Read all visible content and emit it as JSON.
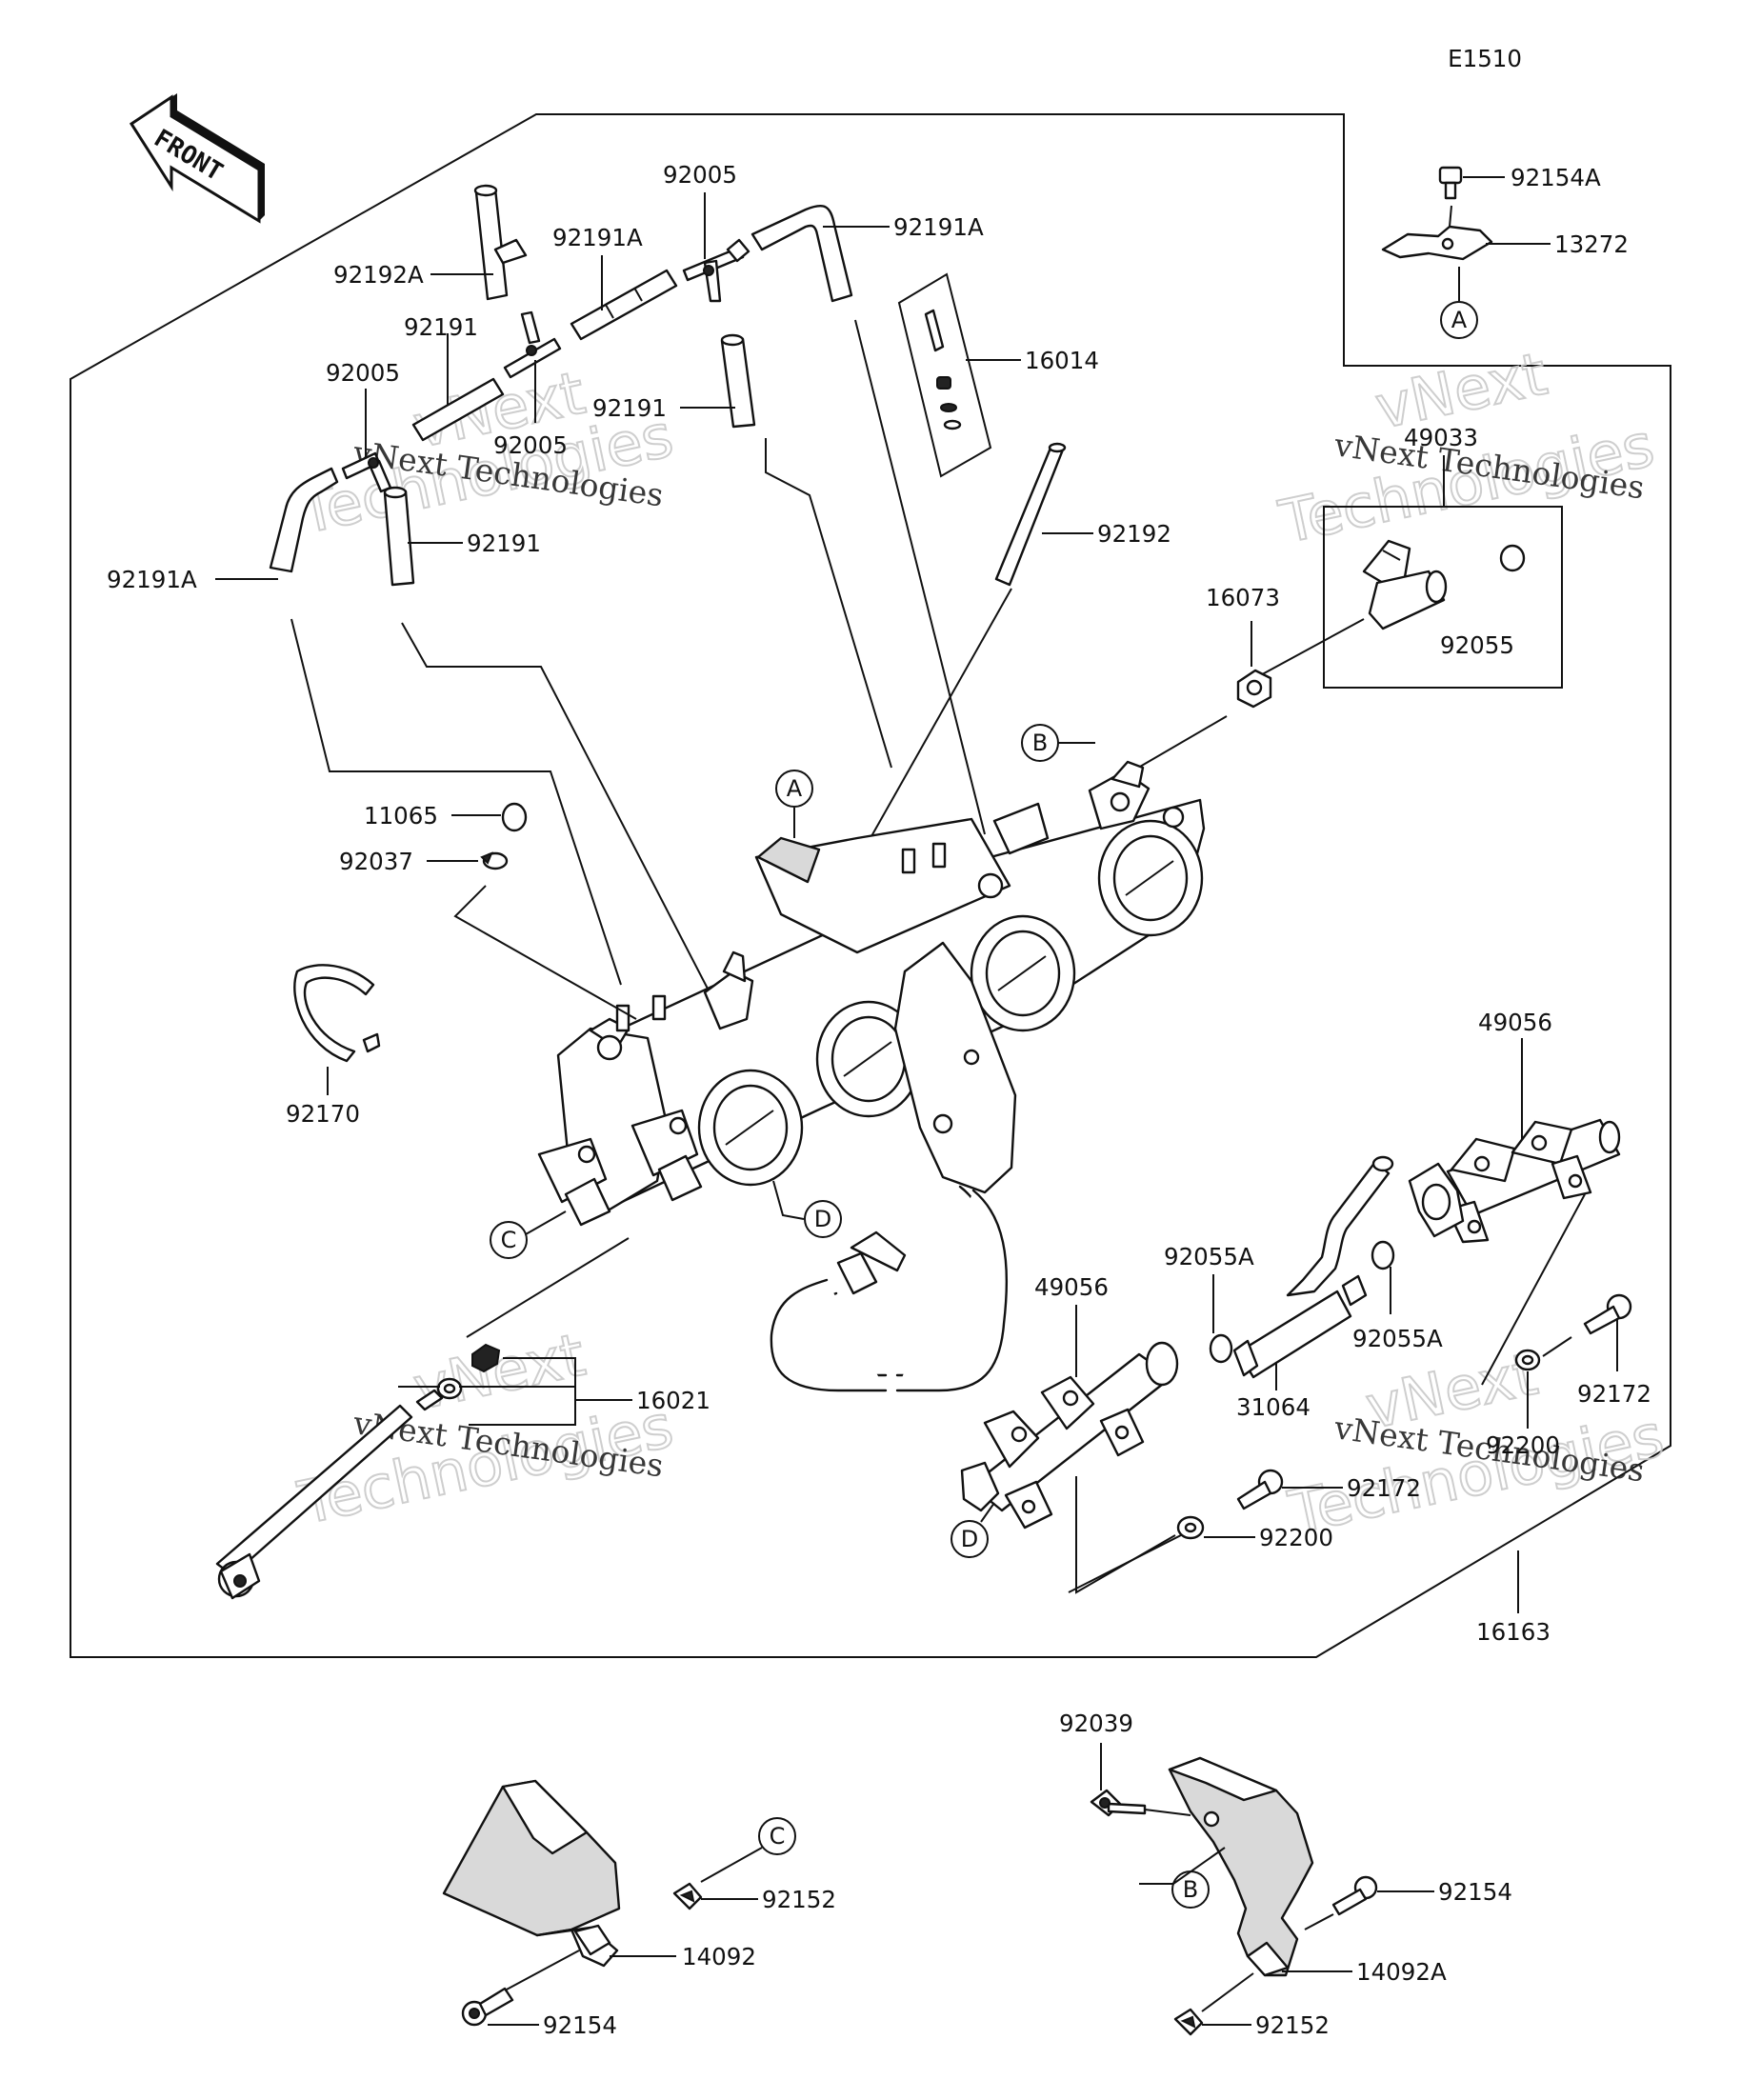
{
  "diagram_code": "E1510",
  "front_label": "FRONT",
  "watermark": {
    "line1": "vNext",
    "line2": "vNext Technologies",
    "line3": "Technologies"
  },
  "part_labels": {
    "p92154A": "92154A",
    "p13272": "13272",
    "p92005_top": "92005",
    "p92191A_top_right": "92191A",
    "p92191A_mid": "92191A",
    "p92192A": "92192A",
    "p92191_upper": "92191",
    "p92005_left": "92005",
    "p92005_mid": "92005",
    "p92191_right": "92191",
    "p16014": "16014",
    "p92191A_left": "92191A",
    "p92191_lower": "92191",
    "p92192": "92192",
    "p49033": "49033",
    "p16073": "16073",
    "p92055": "92055",
    "p11065": "11065",
    "p92037": "92037",
    "p92170": "92170",
    "p49056_right": "49056",
    "p92055A_left": "92055A",
    "p49056_left": "49056",
    "p92055A_right": "92055A",
    "p16021": "16021",
    "p31064": "31064",
    "p92172_right": "92172",
    "p92200_right": "92200",
    "p92172_mid": "92172",
    "p92200_mid": "92200",
    "p16163": "16163",
    "p92039": "92039",
    "p92152_left": "92152",
    "p92154_right": "92154",
    "p14092": "14092",
    "p14092A": "14092A",
    "p92154_left": "92154",
    "p92152_right": "92152"
  },
  "callouts": {
    "A": "A",
    "B": "B",
    "C": "C",
    "D": "D"
  }
}
